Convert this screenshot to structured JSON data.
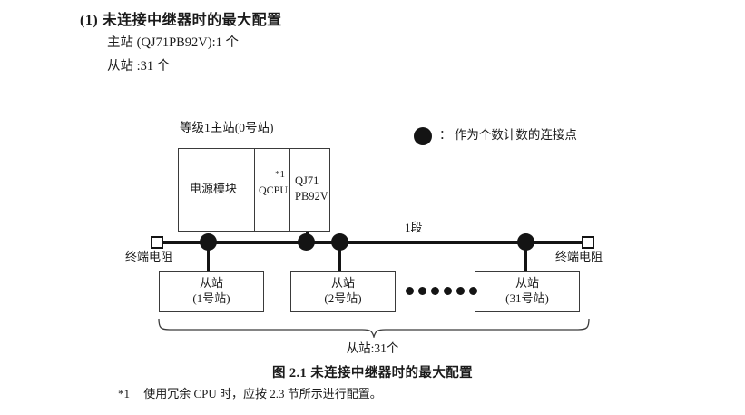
{
  "heading": {
    "title": "(1) 未连接中继器时的最大配置",
    "line1": "主站 (QJ71PB92V):1 个",
    "line2": "从站 :31 个"
  },
  "legend": {
    "symbol": "filled-circle",
    "text": "： 作为个数计数的连接点"
  },
  "master": {
    "label": "等级1主站(0号站)",
    "cells": [
      {
        "name": "power-supply",
        "text": "电源模块"
      },
      {
        "name": "qcpu",
        "text": "QCPU",
        "footnote_mark": "*1"
      },
      {
        "name": "pb92v",
        "line1": "QJ71",
        "line2": "PB92V"
      }
    ]
  },
  "bus": {
    "segment_label": "1段",
    "terminator_left": "终端电阻",
    "terminator_right": "终端电阻"
  },
  "slaves": [
    {
      "name": "从站",
      "station": "(1号站)"
    },
    {
      "name": "从站",
      "station": "(2号站)"
    },
    {
      "name": "从站",
      "station": "(31号站)"
    }
  ],
  "ellipsis_dots": 6,
  "brace_label": "从站:31个",
  "figure_caption": "图 2.1  未连接中继器时的最大配置",
  "footnote": {
    "mark": "*1",
    "text": "使用冗余 CPU 时，应按 2.3 节所示进行配置。"
  },
  "colors": {
    "ink": "#141414",
    "box_stroke": "#3a3a3a",
    "page_bg": "#ffffff"
  }
}
